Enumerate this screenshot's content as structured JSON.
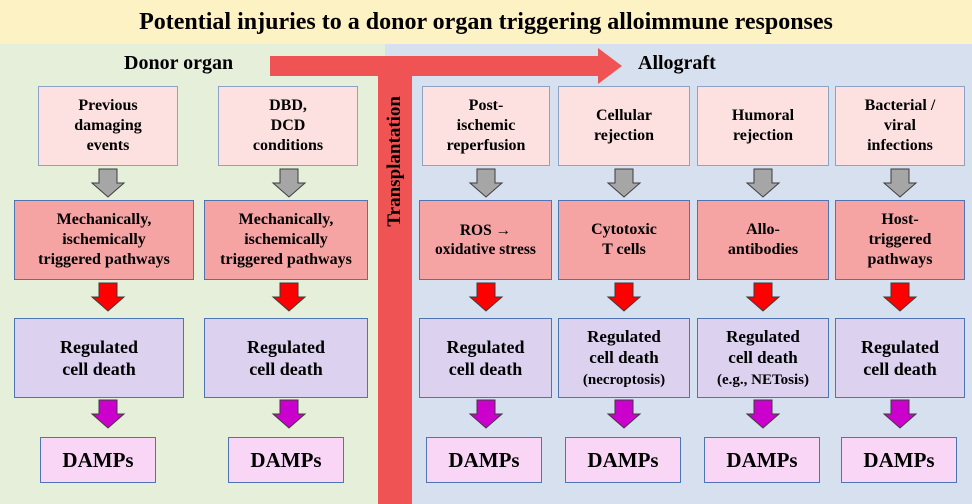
{
  "title": "Potential injuries to a donor organ triggering alloimmune responses",
  "labels": {
    "donor_organ": "Donor organ",
    "allograft": "Allograft",
    "transplantation": "Transplantation"
  },
  "colors": {
    "title_bg": "#fdf2c4",
    "donor_panel_bg": "#e6efda",
    "allograft_panel_bg": "#d6e0ef",
    "transplant_arrow": "#ef5354",
    "trigger_box": "#fde0e0",
    "pathway_box": "#f5a3a3",
    "cell_death_box": "#dcd2f0",
    "damps_box": "#fad6f6",
    "gray_arrow": "#a6a6a6",
    "red_arrow": "#ff0000",
    "magenta_arrow": "#cc00cc"
  },
  "columns": [
    {
      "trigger": [
        "Previous",
        "damaging",
        "events"
      ],
      "pathway": [
        "Mechanically,",
        "ischemically",
        "triggered pathways"
      ],
      "death": [
        "Regulated",
        "cell death"
      ],
      "damps": "DAMPs"
    },
    {
      "trigger": [
        "DBD,",
        "DCD",
        "conditions"
      ],
      "pathway": [
        "Mechanically,",
        "ischemically",
        "triggered pathways"
      ],
      "death": [
        "Regulated",
        "cell death"
      ],
      "damps": "DAMPs"
    },
    {
      "trigger": [
        "Post-",
        "ischemic",
        "reperfusion"
      ],
      "pathway": [
        "ROS →",
        "oxidative stress"
      ],
      "death": [
        "Regulated",
        "cell death"
      ],
      "damps": "DAMPs"
    },
    {
      "trigger": [
        "Cellular",
        "rejection"
      ],
      "pathway": [
        "Cytotoxic",
        "T cells"
      ],
      "death": [
        "Regulated",
        "cell death",
        "(necroptosis)"
      ],
      "damps": "DAMPs"
    },
    {
      "trigger": [
        "Humoral",
        "rejection"
      ],
      "pathway": [
        "Allo-",
        "antibodies"
      ],
      "death": [
        "Regulated",
        "cell death",
        "(e.g., NETosis)"
      ],
      "damps": "DAMPs"
    },
    {
      "trigger": [
        "Bacterial /",
        "viral",
        "infections"
      ],
      "pathway": [
        "Host-",
        "triggered",
        "pathways"
      ],
      "death": [
        "Regulated",
        "cell death"
      ],
      "damps": "DAMPs"
    }
  ]
}
